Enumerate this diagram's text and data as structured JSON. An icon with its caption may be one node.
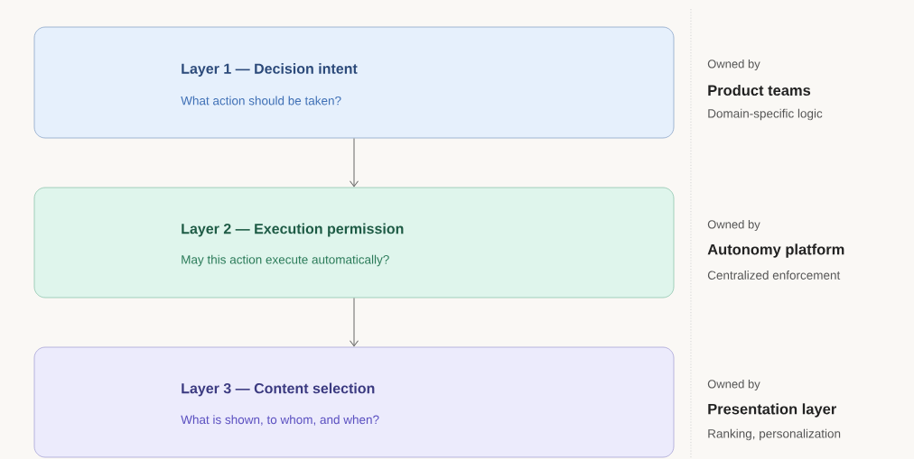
{
  "diagram": {
    "nodes": [
      {
        "text": [
          "Layer 1 — Decision intent",
          "What action should be taken?"
        ],
        "beside": [
          "Owned by",
          "Product teams",
          "Domain-specific logic"
        ]
      },
      {
        "text": [
          "Layer 2 — Execution permission",
          "May this action execute automatically?"
        ],
        "beside": [
          "Owned by",
          "Autonomy platform",
          "Centralized enforcement"
        ]
      },
      {
        "text": [
          "Layer 3 — Content selection",
          "What is shown, to whom, and when?"
        ],
        "beside": [
          "Owned by",
          "Presentation layer",
          "Ranking, personalization"
        ]
      }
    ],
    "edges": [
      {
        "from": 0,
        "to": 1,
        "arrow": "to"
      },
      {
        "from": 1,
        "to": 2,
        "arrow": "to"
      }
    ]
  }
}
